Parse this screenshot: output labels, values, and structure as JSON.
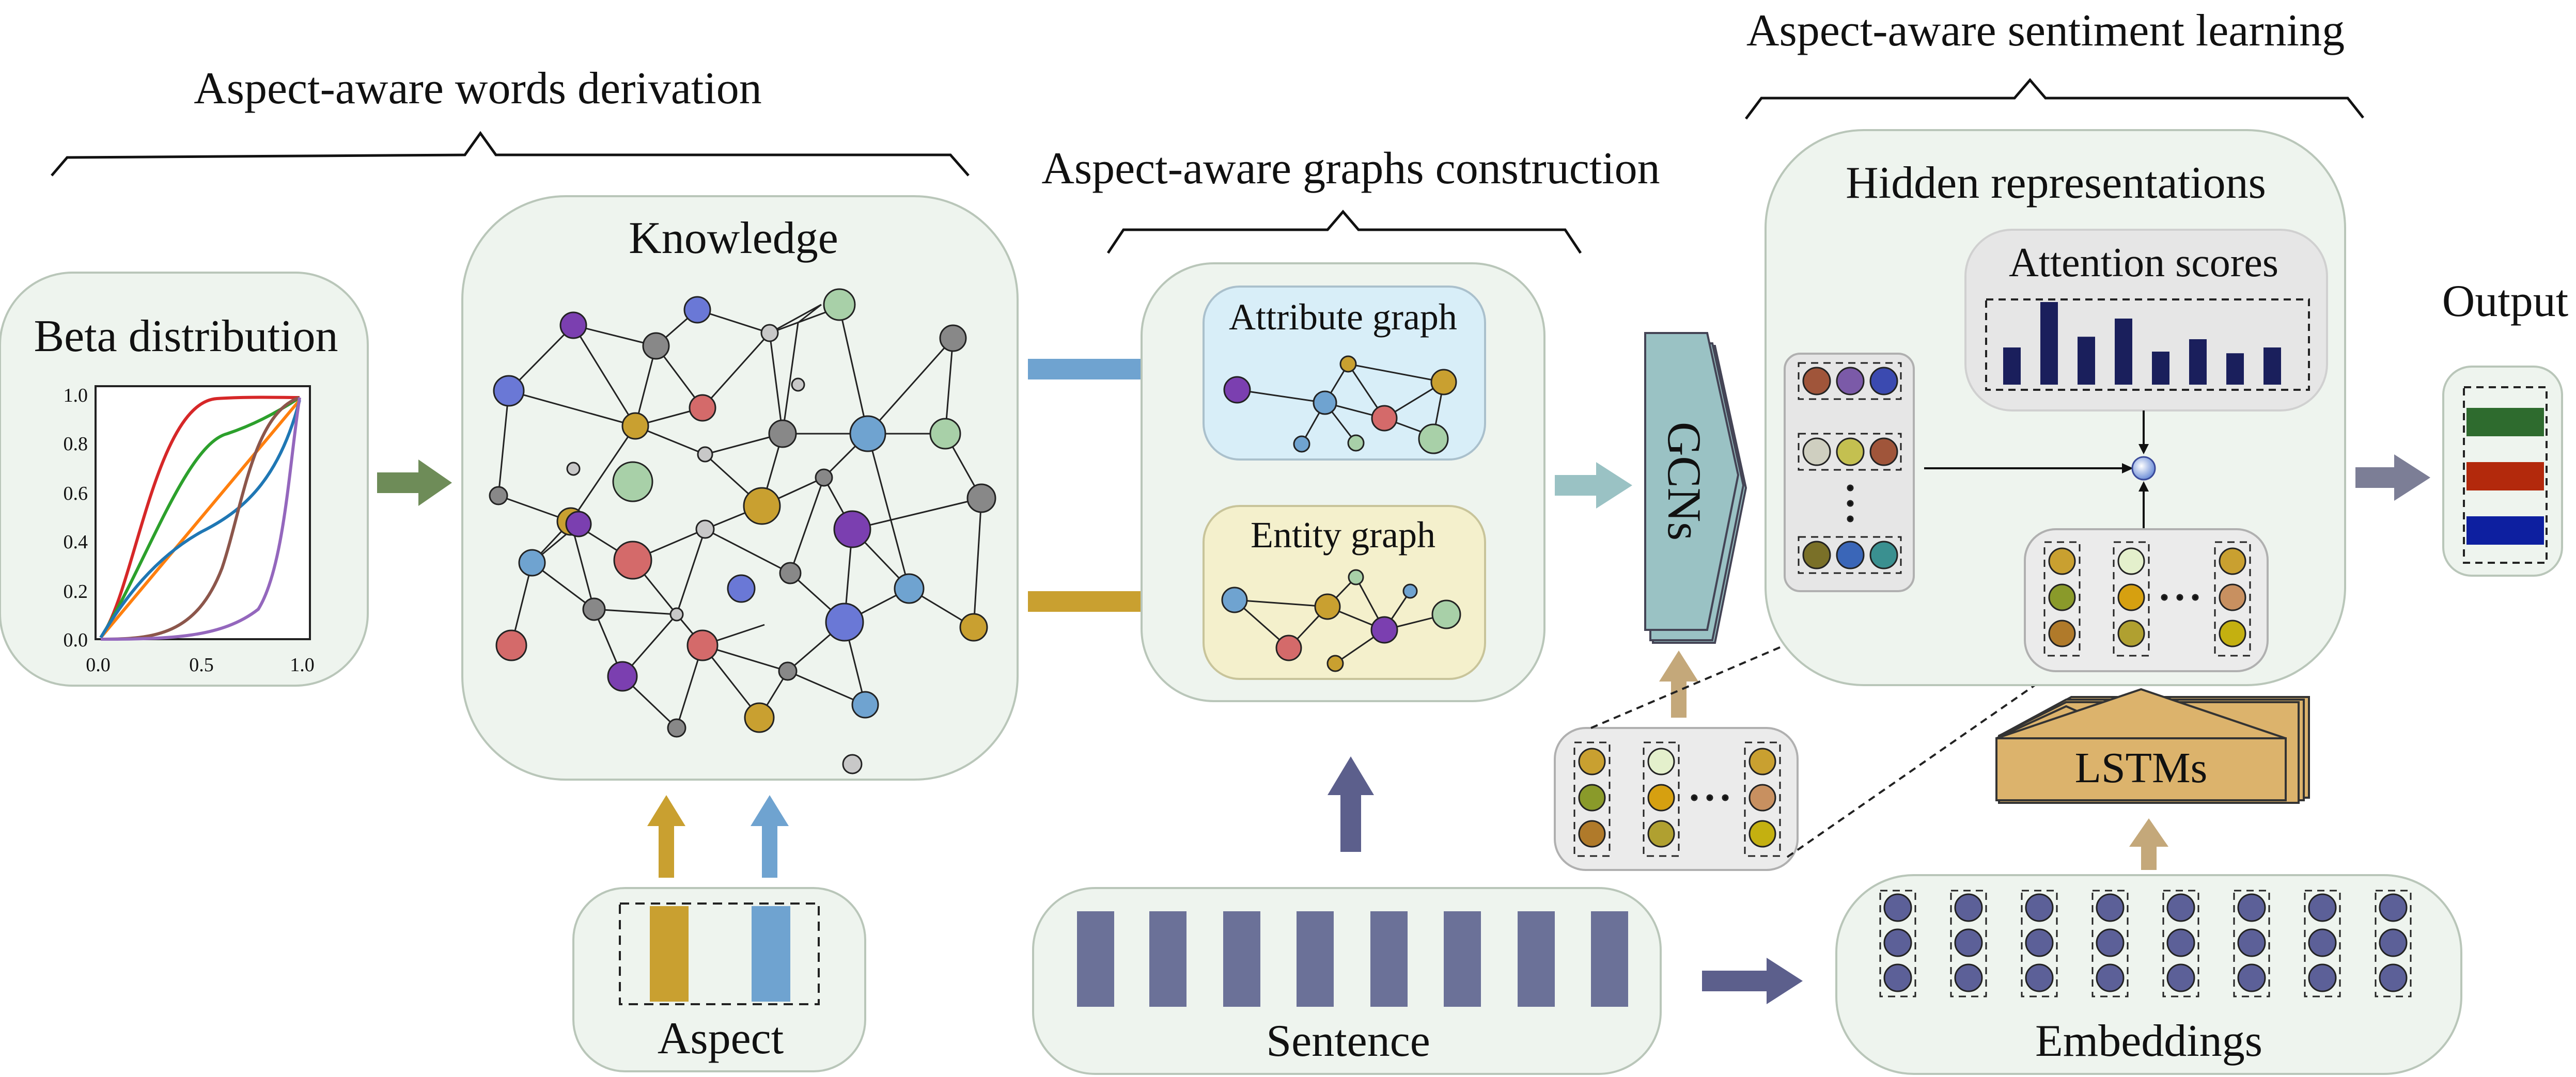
{
  "stages": {
    "derivation": "Aspect-aware words derivation",
    "construction": "Aspect-aware graphs construction",
    "learning": "Aspect-aware sentiment learning"
  },
  "beta": {
    "title": "Beta distribution",
    "x_ticks": [
      "0.0",
      "0.5",
      "1.0"
    ],
    "y_ticks": [
      "0.0",
      "0.2",
      "0.4",
      "0.6",
      "0.8",
      "1.0"
    ],
    "colors": [
      "#d62728",
      "#2ca02c",
      "#ff7f0e",
      "#1f77b4",
      "#8c564b",
      "#9467bd"
    ]
  },
  "knowledge": {
    "title": "Knowledge"
  },
  "attribute_graph": {
    "title": "Attribute graph"
  },
  "entity_graph": {
    "title": "Entity graph"
  },
  "gcn": {
    "label": "GCNs"
  },
  "hidden": {
    "title": "Hidden representations"
  },
  "attention": {
    "title": "Attention scores",
    "values": [
      0.45,
      1.0,
      0.58,
      0.8,
      0.4,
      0.55,
      0.38,
      0.45
    ]
  },
  "output": {
    "title": "Output",
    "colors": [
      "#2e6b2e",
      "#b3290c",
      "#0d1fa0"
    ]
  },
  "aspect": {
    "label": "Aspect"
  },
  "sentence": {
    "label": "Sentence"
  },
  "embeddings": {
    "label": "Embeddings"
  },
  "lstm": {
    "label": "LSTMs"
  },
  "colors": {
    "blue_arrow": "#6fa3d0",
    "gold_arrow": "#c9a030",
    "green_arrow": "#6e8c58",
    "navy_arrow": "#5c5f8c",
    "teal_arrow": "#9ac2c4",
    "tan_arrow": "#c4a87a",
    "panel_fill": "#eef4ee",
    "token_bar": "#6b7198"
  }
}
